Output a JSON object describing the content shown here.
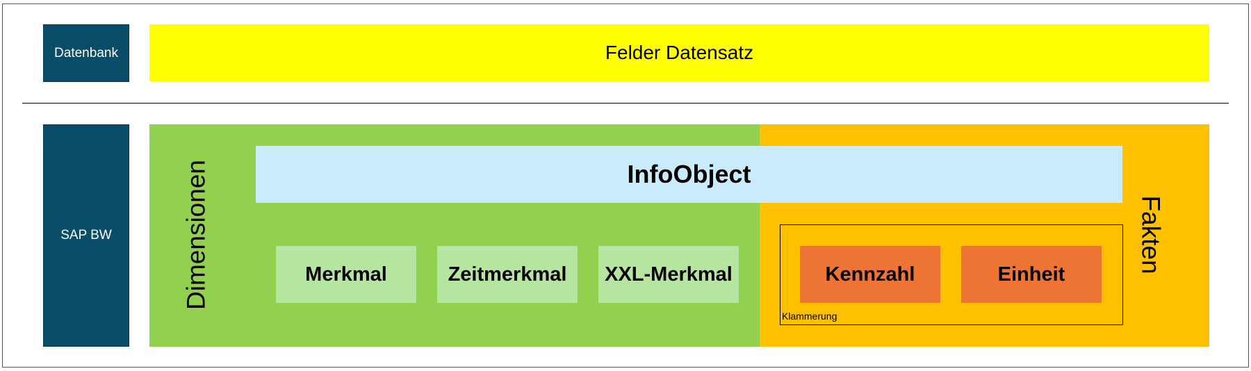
{
  "database": {
    "label": "Datenbank",
    "fields_label": "Felder Datensatz"
  },
  "sap_bw": {
    "label": "SAP BW",
    "dimensions_label": "Dimensionen",
    "facts_label": "Fakten",
    "infoobject_label": "InfoObject",
    "dimension_items": [
      {
        "label": "Merkmal"
      },
      {
        "label": "Zeitmerkmal"
      },
      {
        "label": "XXL-Merkmal"
      }
    ],
    "fact_group_label": "Klammerung",
    "fact_items": [
      {
        "label": "Kennzahl"
      },
      {
        "label": "Einheit"
      }
    ]
  },
  "colors": {
    "dark_blue": "#0a4d68",
    "yellow": "#ffff00",
    "green": "#92d050",
    "light_green": "#b5e5a0",
    "orange_panel": "#ffc000",
    "orange_item": "#ed7434",
    "light_blue": "#c9ebfa"
  }
}
